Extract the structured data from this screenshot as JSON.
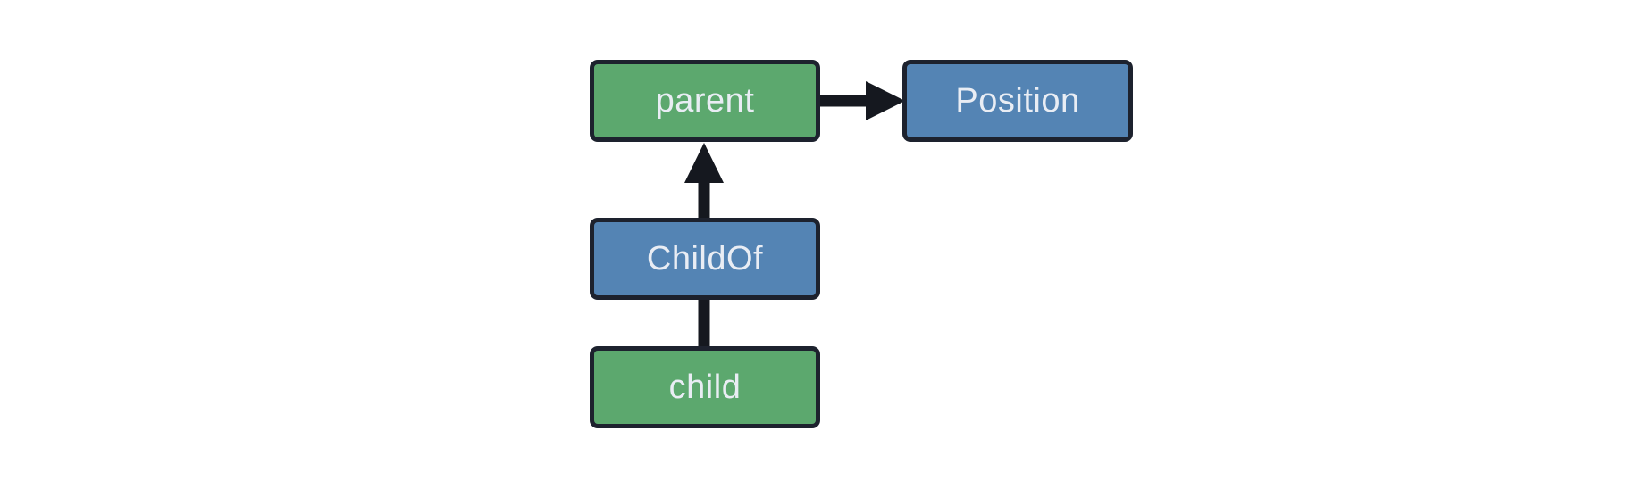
{
  "diagram": {
    "title": "entity-relationship-diagram",
    "nodes": [
      {
        "id": "parent",
        "label": "parent",
        "kind": "entity",
        "fill": "#5ca86e"
      },
      {
        "id": "Position",
        "label": "Position",
        "kind": "component",
        "fill": "#5484b4"
      },
      {
        "id": "ChildOf",
        "label": "ChildOf",
        "kind": "component",
        "fill": "#5484b4"
      },
      {
        "id": "child",
        "label": "child",
        "kind": "entity",
        "fill": "#5ca86e"
      }
    ],
    "edges": [
      {
        "from": "parent",
        "to": "Position",
        "arrowhead": true
      },
      {
        "from": "ChildOf",
        "to": "parent",
        "arrowhead": true
      },
      {
        "from": "child",
        "to": "ChildOf",
        "arrowhead": false
      }
    ],
    "colors": {
      "entity_fill": "#5ca86e",
      "component_fill": "#5484b4",
      "node_border": "#1d222e",
      "edge": "#15181f",
      "text": "#e9edf4",
      "background": "#ffffff"
    }
  }
}
